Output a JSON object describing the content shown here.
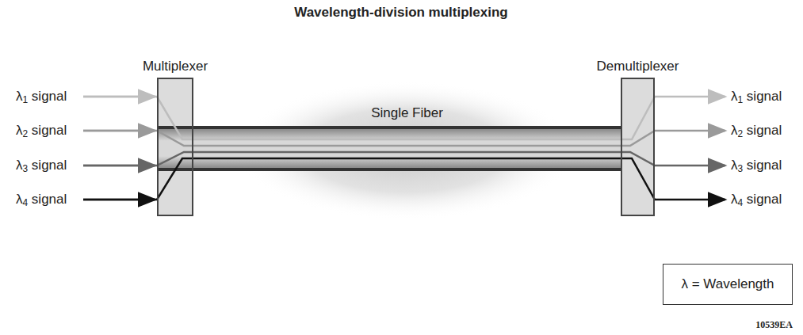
{
  "diagram": {
    "title": "Wavelength-division multiplexing",
    "nodes": [
      {
        "text": [
          "Multiplexer"
        ]
      },
      {
        "text": [
          "Single Fiber"
        ]
      },
      {
        "text": [
          "Demultiplexer"
        ]
      },
      {
        "text": [
          "λ = Wavelength"
        ]
      }
    ],
    "labels": [
      "λ1 signal",
      "λ2 signal",
      "λ3 signal",
      "λ4 signal",
      "λ1 signal",
      "λ2 signal",
      "λ3 signal",
      "λ4 signal",
      "10539EA"
    ]
  }
}
